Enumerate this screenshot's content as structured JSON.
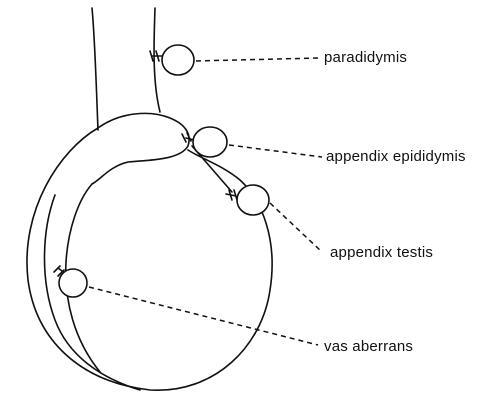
{
  "labels": {
    "paradidymis": "paradidymis",
    "appendix_epididymis": "appendix epididymis",
    "appendix_testis": "appendix testis",
    "vas_aberrans": "vas aberrans"
  },
  "colors": {
    "ink": "#111111",
    "background": "#ffffff"
  }
}
